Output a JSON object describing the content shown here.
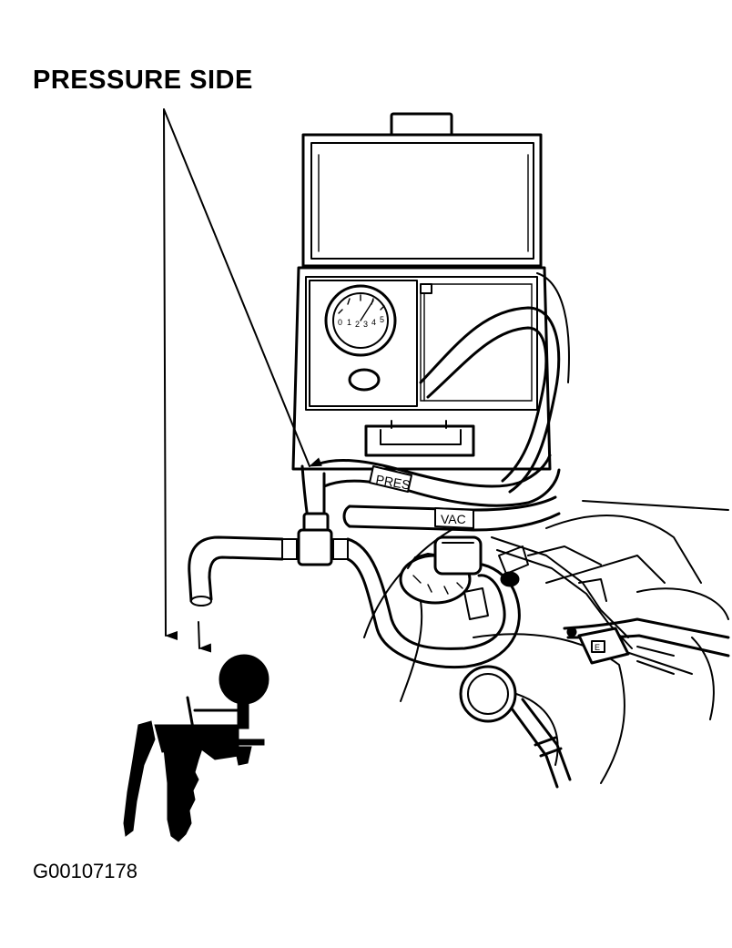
{
  "labels": {
    "pressure_side": "PRESSURE SIDE",
    "figure_id": "G00107178",
    "pres_hose": "PRES",
    "vac_hose": "VAC"
  },
  "gauge_dial": {
    "marks": [
      "0",
      "1",
      "2",
      "3",
      "4",
      "5"
    ]
  },
  "connector_tag": "E"
}
